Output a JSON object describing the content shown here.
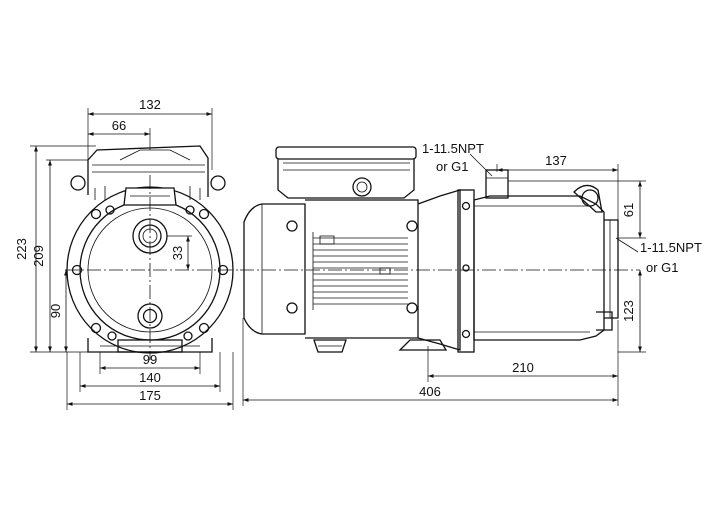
{
  "front_view": {
    "dim_width_top": "132",
    "dim_half_width": "66",
    "dim_total_height": "223",
    "dim_height_209": "209",
    "dim_center_height": "90",
    "dim_offset": "33",
    "dim_base_99": "99",
    "dim_base_140": "140",
    "dim_base_175": "175"
  },
  "side_view": {
    "dim_overall_length": "406",
    "dim_pump_length": "210",
    "dim_outlet_offset": "137",
    "dim_outlet_height": "61",
    "dim_inlet_height": "123",
    "outlet_label_line1": "1-11.5NPT",
    "outlet_label_line2": "or G1",
    "inlet_label_line1": "1-11.5NPT",
    "inlet_label_line2": "or G1"
  }
}
